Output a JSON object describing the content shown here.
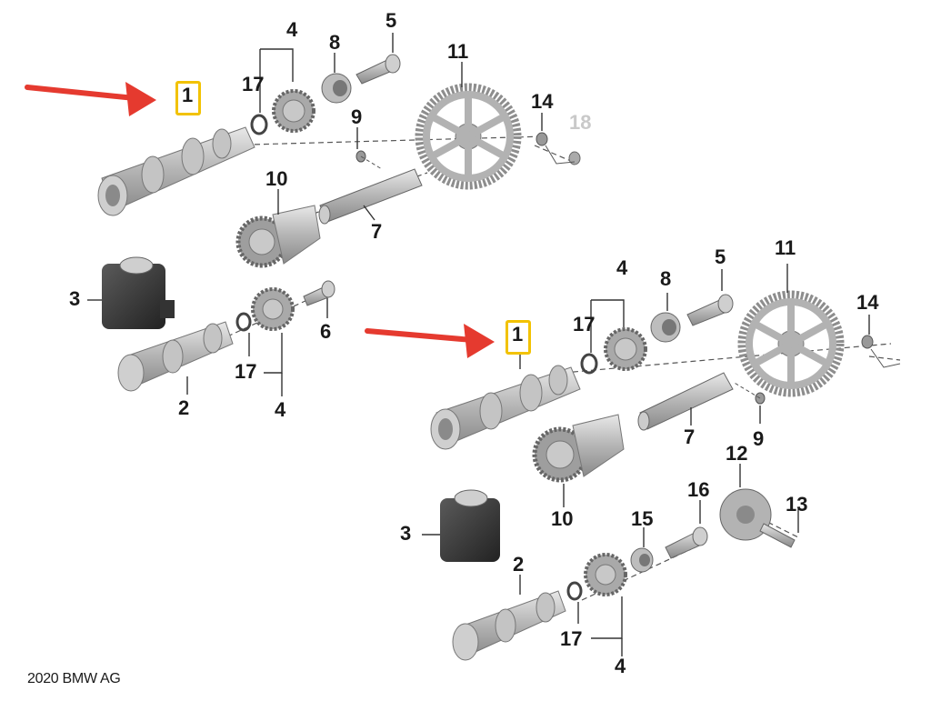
{
  "copyright": "2020 BMW AG",
  "colors": {
    "arrow": "#e53a2f",
    "highlight": "#f2c200",
    "part": "#b9b9b9",
    "part_dark": "#3a3a3a"
  },
  "diagram_left": {
    "labels": {
      "p1": "1",
      "p2": "2",
      "p3": "3",
      "p4_top": "4",
      "p4_bottom": "4",
      "p5": "5",
      "p6": "6",
      "p7": "7",
      "p8": "8",
      "p9": "9",
      "p10": "10",
      "p11": "11",
      "p14": "14",
      "p17_top": "17",
      "p17_bottom": "17",
      "p18": "18"
    }
  },
  "diagram_right": {
    "labels": {
      "p1": "1",
      "p2": "2",
      "p3": "3",
      "p4_top": "4",
      "p4_bottom": "4",
      "p5": "5",
      "p7": "7",
      "p8": "8",
      "p9": "9",
      "p10": "10",
      "p11": "11",
      "p12": "12",
      "p13": "13",
      "p14": "14",
      "p15": "15",
      "p16": "16",
      "p17_top": "17",
      "p17_bottom": "17"
    }
  }
}
